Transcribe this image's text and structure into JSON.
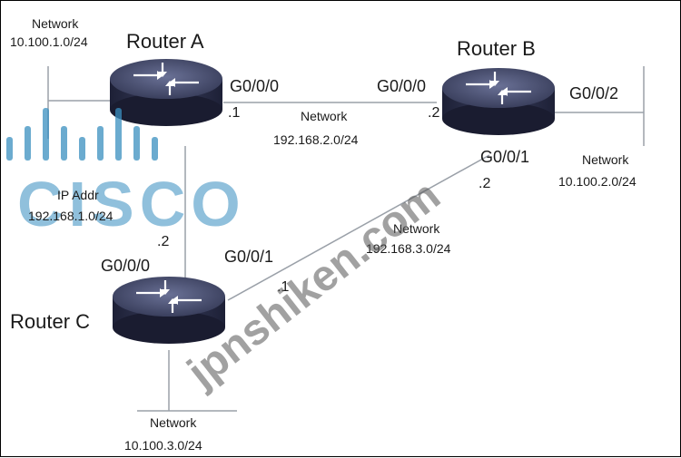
{
  "routers": {
    "a": {
      "label": "Router A"
    },
    "b": {
      "label": "Router B"
    },
    "c": {
      "label": "Router C"
    }
  },
  "interfaces": {
    "a_g000": "G0/0/0",
    "b_g000": "G0/0/0",
    "b_g001": "G0/0/1",
    "b_g002": "G0/0/2",
    "c_g000": "G0/0/0",
    "c_g001": "G0/0/1"
  },
  "host_ids": {
    "a_to_b": ".1",
    "b_to_a": ".2",
    "b_to_c": ".2",
    "c_to_a": ".2",
    "c_to_b": ".1"
  },
  "networks": {
    "a_lan": {
      "label": "Network",
      "address": "10.100.1.0/24"
    },
    "a_b": {
      "label": "Network",
      "address": "192.168.2.0/24"
    },
    "b_lan": {
      "label": "Network",
      "address": "10.100.2.0/24"
    },
    "a_c": {
      "label": "IP Addr",
      "address": "192.168.1.0/24"
    },
    "b_c": {
      "label": "Network",
      "address": "192.168.3.0/24"
    },
    "c_lan": {
      "label": "Network",
      "address": "10.100.3.0/24"
    }
  },
  "watermarks": {
    "site": "jpnshiken.com",
    "brand": "CISCO"
  },
  "colors": {
    "router_body": "#2b2f4a",
    "router_top": "#3a4060",
    "link": "#9aa0a8",
    "cisco_blue": "#3a8fc0"
  }
}
